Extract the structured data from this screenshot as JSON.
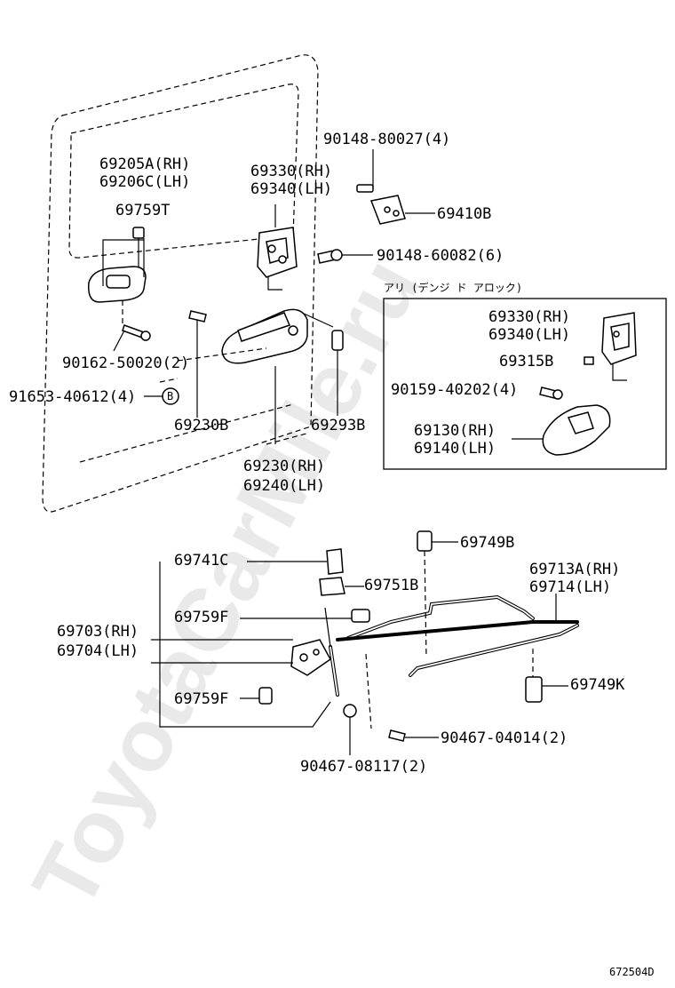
{
  "watermark": "ToyotaCarMile.ru",
  "figure_code": "672504D",
  "labels": {
    "p1": "90148-80027(4)",
    "p2": "69205A(RH)",
    "p3": "69206C(LH)",
    "p4": "69330(RH)",
    "p5": "69340(LH)",
    "p6": "69759T",
    "p7": "69410B",
    "p8": "90148-60082(6)",
    "p9": "90162-50020(2)",
    "p10": "91653-40612(4)",
    "p11": "B",
    "p12": "69230B",
    "p13": "69293B",
    "p14": "69230(RH)",
    "p15": "69240(LH)",
    "box_caption": "アリ (デンジ ド アロック)",
    "p16": "69330(RH)",
    "p17": "69340(LH)",
    "p18": "69315B",
    "p19": "90159-40202(4)",
    "p20": "69130(RH)",
    "p21": "69140(LH)",
    "p22": "69749B",
    "p23": "69741C",
    "p24": "69713A(RH)",
    "p25": "69714(LH)",
    "p26": "69751B",
    "p27": "69759F",
    "p28": "69703(RH)",
    "p29": "69704(LH)",
    "p30": "69749K",
    "p31": "69759F",
    "p32": "90467-04014(2)",
    "p33": "90467-08117(2)"
  }
}
